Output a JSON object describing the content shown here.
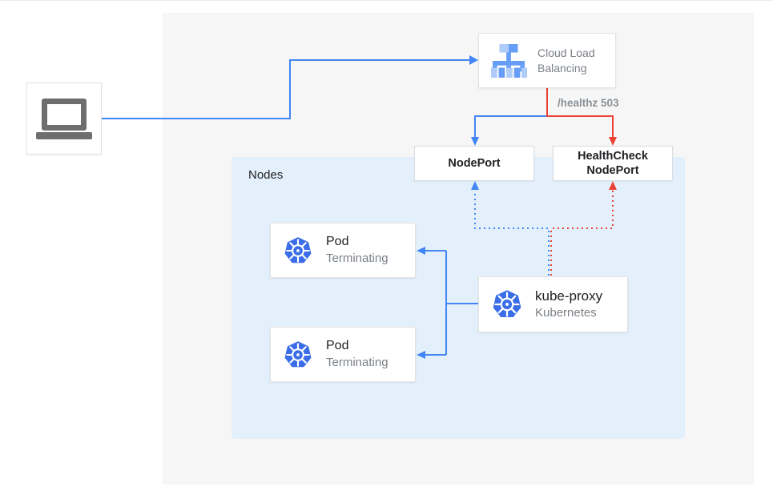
{
  "colors": {
    "blue": "#4285f4",
    "red": "#ea4335",
    "panel": "#f6f6f6",
    "nodes-bg": "#e3f0fc",
    "k8s-blue": "#3b6de8",
    "icon-gray": "#6e6e6e",
    "lb-light": "#aecbfa",
    "lb-mid": "#669df6",
    "text-dark": "#202124",
    "text-gray": "#7b8086",
    "text-muted": "#8a9095"
  },
  "nodes_group": {
    "label": "Nodes"
  },
  "load_balancer": {
    "label": "Cloud Load Balancing"
  },
  "edges": {
    "healthz_label": "/healthz 503"
  },
  "node_port": {
    "label": "NodePort"
  },
  "health_check_node_port": {
    "label": "HealthCheck NodePort"
  },
  "pods": [
    {
      "title": "Pod",
      "subtitle": "Terminating"
    },
    {
      "title": "Pod",
      "subtitle": "Terminating"
    }
  ],
  "kube_proxy": {
    "title": "kube-proxy",
    "subtitle": "Kubernetes"
  }
}
